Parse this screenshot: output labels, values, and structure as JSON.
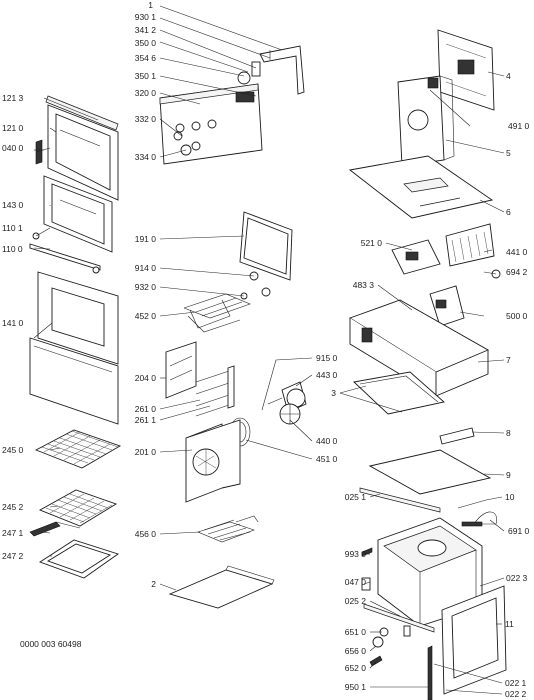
{
  "doc_code": "0000 003 60498",
  "labels": {
    "l1": "1",
    "l930_1": "930 1",
    "l341_2": "341 2",
    "l350_0": "350 0",
    "l354_6": "354 6",
    "l350_1": "350 1",
    "l320_0": "320 0",
    "l332_0": "332 0",
    "l334_0": "334 0",
    "l121_3": "121 3",
    "l121_0": "121 0",
    "l040_0": "040 0",
    "l143_0": "143 0",
    "l110_1": "110 1",
    "l110_0": "110 0",
    "l141_0": "141 0",
    "l245_0": "245 0",
    "l245_2": "245 2",
    "l247_1": "247 1",
    "l247_2": "247 2",
    "l191_0": "191 0",
    "l914_0": "914 0",
    "l932_0": "932 0",
    "l452_0": "452 0",
    "l204_0": "204 0",
    "l261_0": "261 0",
    "l261_1": "261 1",
    "l201_0": "201 0",
    "l456_0": "456 0",
    "l2": "2",
    "l915_0": "915 0",
    "l443_0": "443 0",
    "l440_0": "440 0",
    "l451_0": "451 0",
    "l4": "4",
    "l491_0": "491 0",
    "l5": "5",
    "l6": "6",
    "l521_0": "521 0",
    "l441_0": "441 0",
    "l694_2": "694 2",
    "l483_3": "483 3",
    "l500_0": "500 0",
    "l7": "7",
    "l3": "3",
    "l8": "8",
    "l9": "9",
    "l025_1": "025 1",
    "l10": "10",
    "l691_0": "691 0",
    "l993_0": "993 0",
    "l047_0": "047 0",
    "l022_3": "022 3",
    "l025_2": "025 2",
    "l11": "11",
    "l651_0": "651 0",
    "l656_0": "656 0",
    "l652_0": "652 0",
    "l950_1": "950 1",
    "l022_1": "022 1",
    "l022_2": "022 2"
  }
}
